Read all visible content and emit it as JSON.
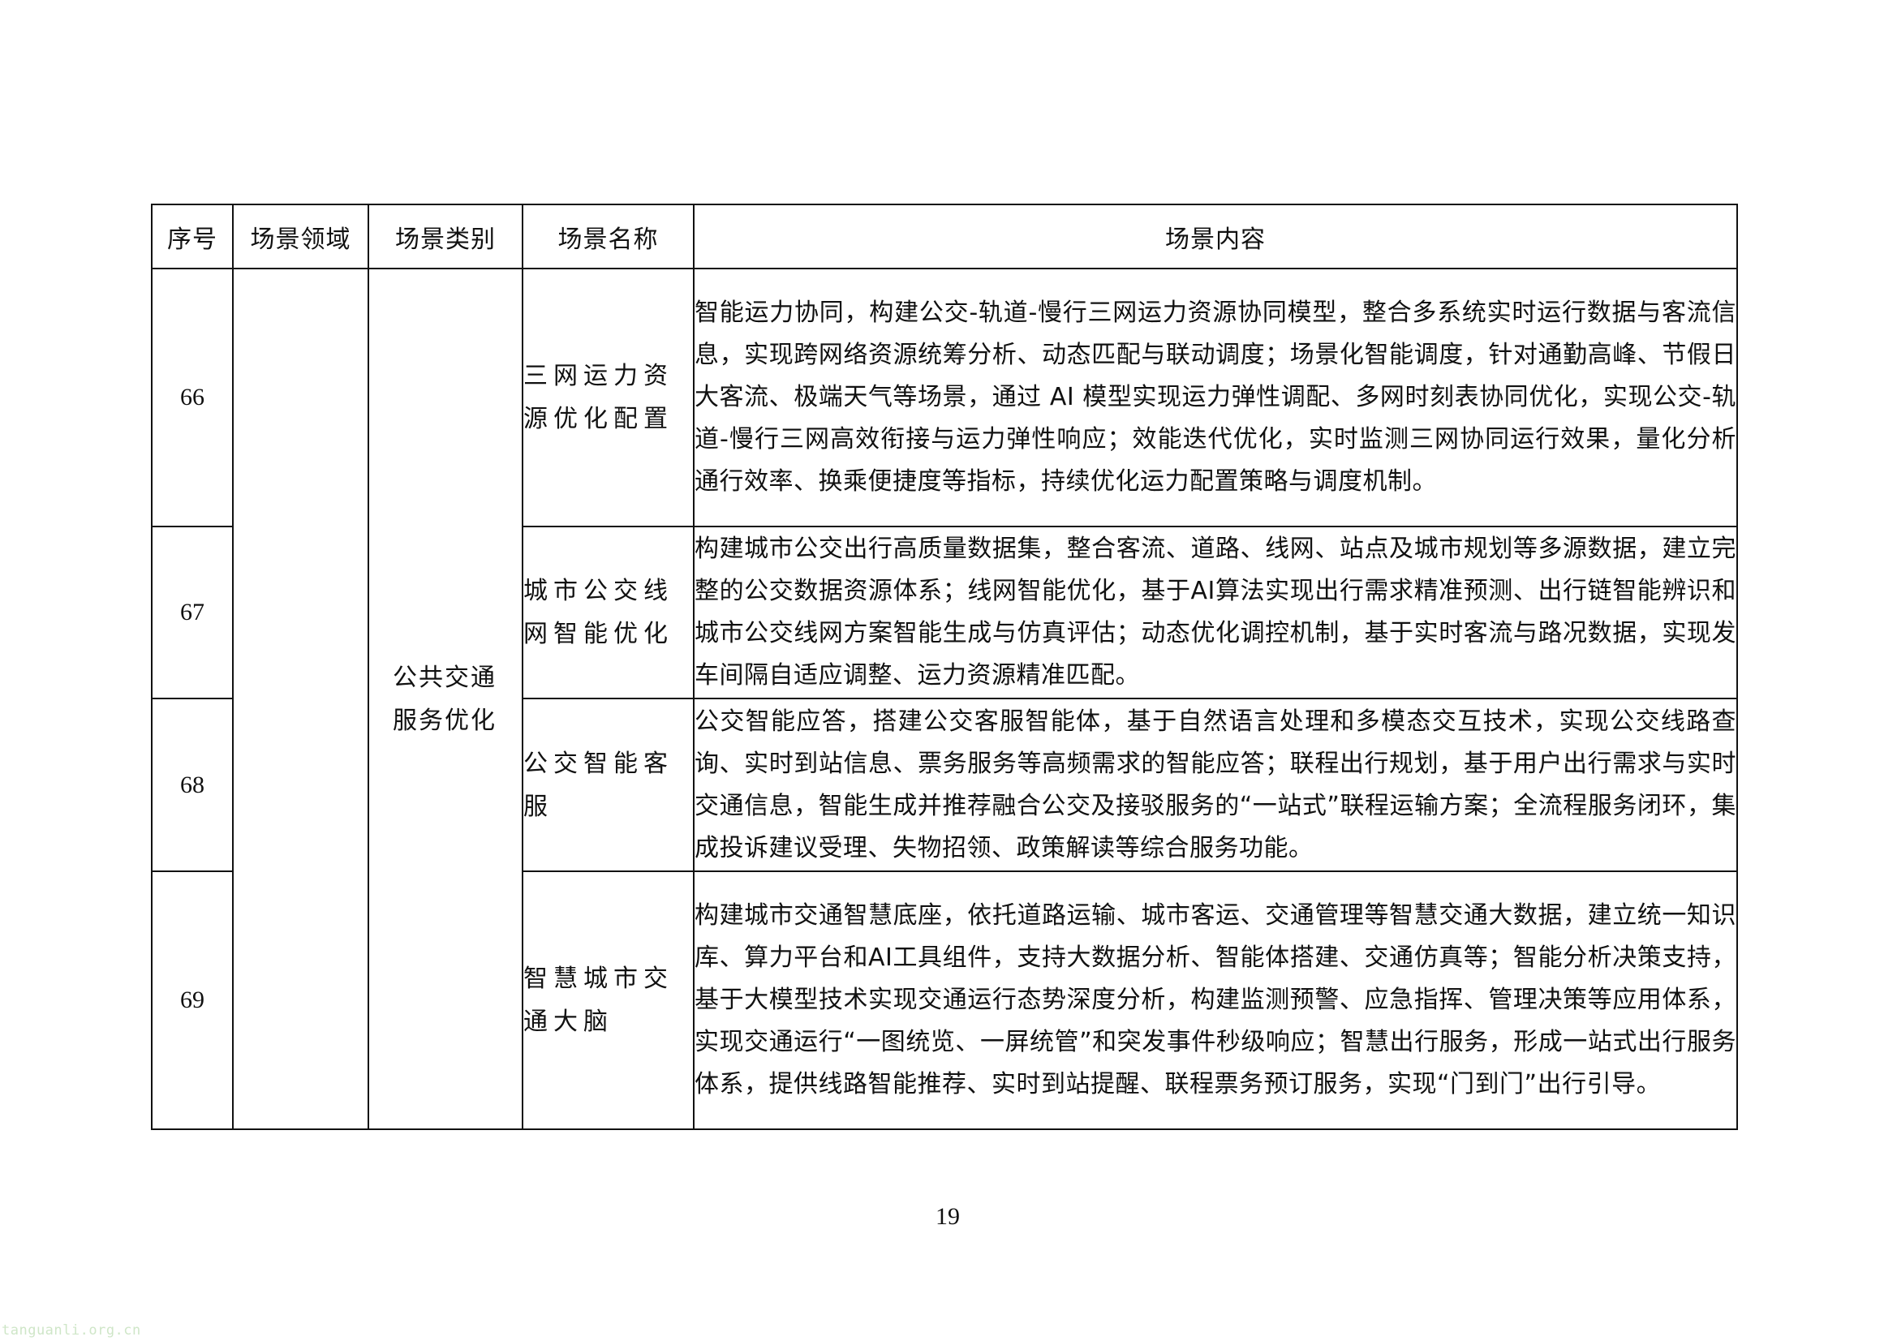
{
  "table": {
    "headers": {
      "index": "序号",
      "domain": "场景领域",
      "category": "场景类别",
      "name": "场景名称",
      "content": "场景内容"
    },
    "domain_value": "",
    "category_value": "公共交通服务优化",
    "rows": [
      {
        "index": "66",
        "name": "三网运力资源优化配置",
        "content": "智能运力协同，构建公交-轨道-慢行三网运力资源协同模型，整合多系统实时运行数据与客流信息，实现跨网络资源统筹分析、动态匹配与联动调度；场景化智能调度，针对通勤高峰、节假日大客流、极端天气等场景，通过 AI 模型实现运力弹性调配、多网时刻表协同优化，实现公交-轨道-慢行三网高效衔接与运力弹性响应；效能迭代优化，实时监测三网协同运行效果，量化分析通行效率、换乘便捷度等指标，持续优化运力配置策略与调度机制。"
      },
      {
        "index": "67",
        "name": "城市公交线网智能优化",
        "content": "构建城市公交出行高质量数据集，整合客流、道路、线网、站点及城市规划等多源数据，建立完整的公交数据资源体系；线网智能优化，基于AI算法实现出行需求精准预测、出行链智能辨识和城市公交线网方案智能生成与仿真评估；动态优化调控机制，基于实时客流与路况数据，实现发车间隔自适应调整、运力资源精准匹配。"
      },
      {
        "index": "68",
        "name": "公交智能客服",
        "content": "公交智能应答，搭建公交客服智能体，基于自然语言处理和多模态交互技术，实现公交线路查询、实时到站信息、票务服务等高频需求的智能应答；联程出行规划，基于用户出行需求与实时交通信息，智能生成并推荐融合公交及接驳服务的“一站式”联程运输方案；全流程服务闭环，集成投诉建议受理、失物招领、政策解读等综合服务功能。"
      },
      {
        "index": "69",
        "name": "智慧城市交通大脑",
        "content": "构建城市交通智慧底座，依托道路运输、城市客运、交通管理等智慧交通大数据，建立统一知识库、算力平台和AI工具组件，支持大数据分析、智能体搭建、交通仿真等；智能分析决策支持，基于大模型技术实现交通运行态势深度分析，构建监测预警、应急指挥、管理决策等应用体系，实现交通运行“一图统览、一屏统管”和突发事件秒级响应；智慧出行服务，形成一站式出行服务体系，提供线路智能推荐、实时到站提醒、联程票务预订服务，实现“门到门”出行引导。"
      }
    ]
  },
  "footer": {
    "page_number": "19"
  },
  "watermark": {
    "text": "tanguanli.org.cn",
    "color": "#cfe6c8"
  }
}
